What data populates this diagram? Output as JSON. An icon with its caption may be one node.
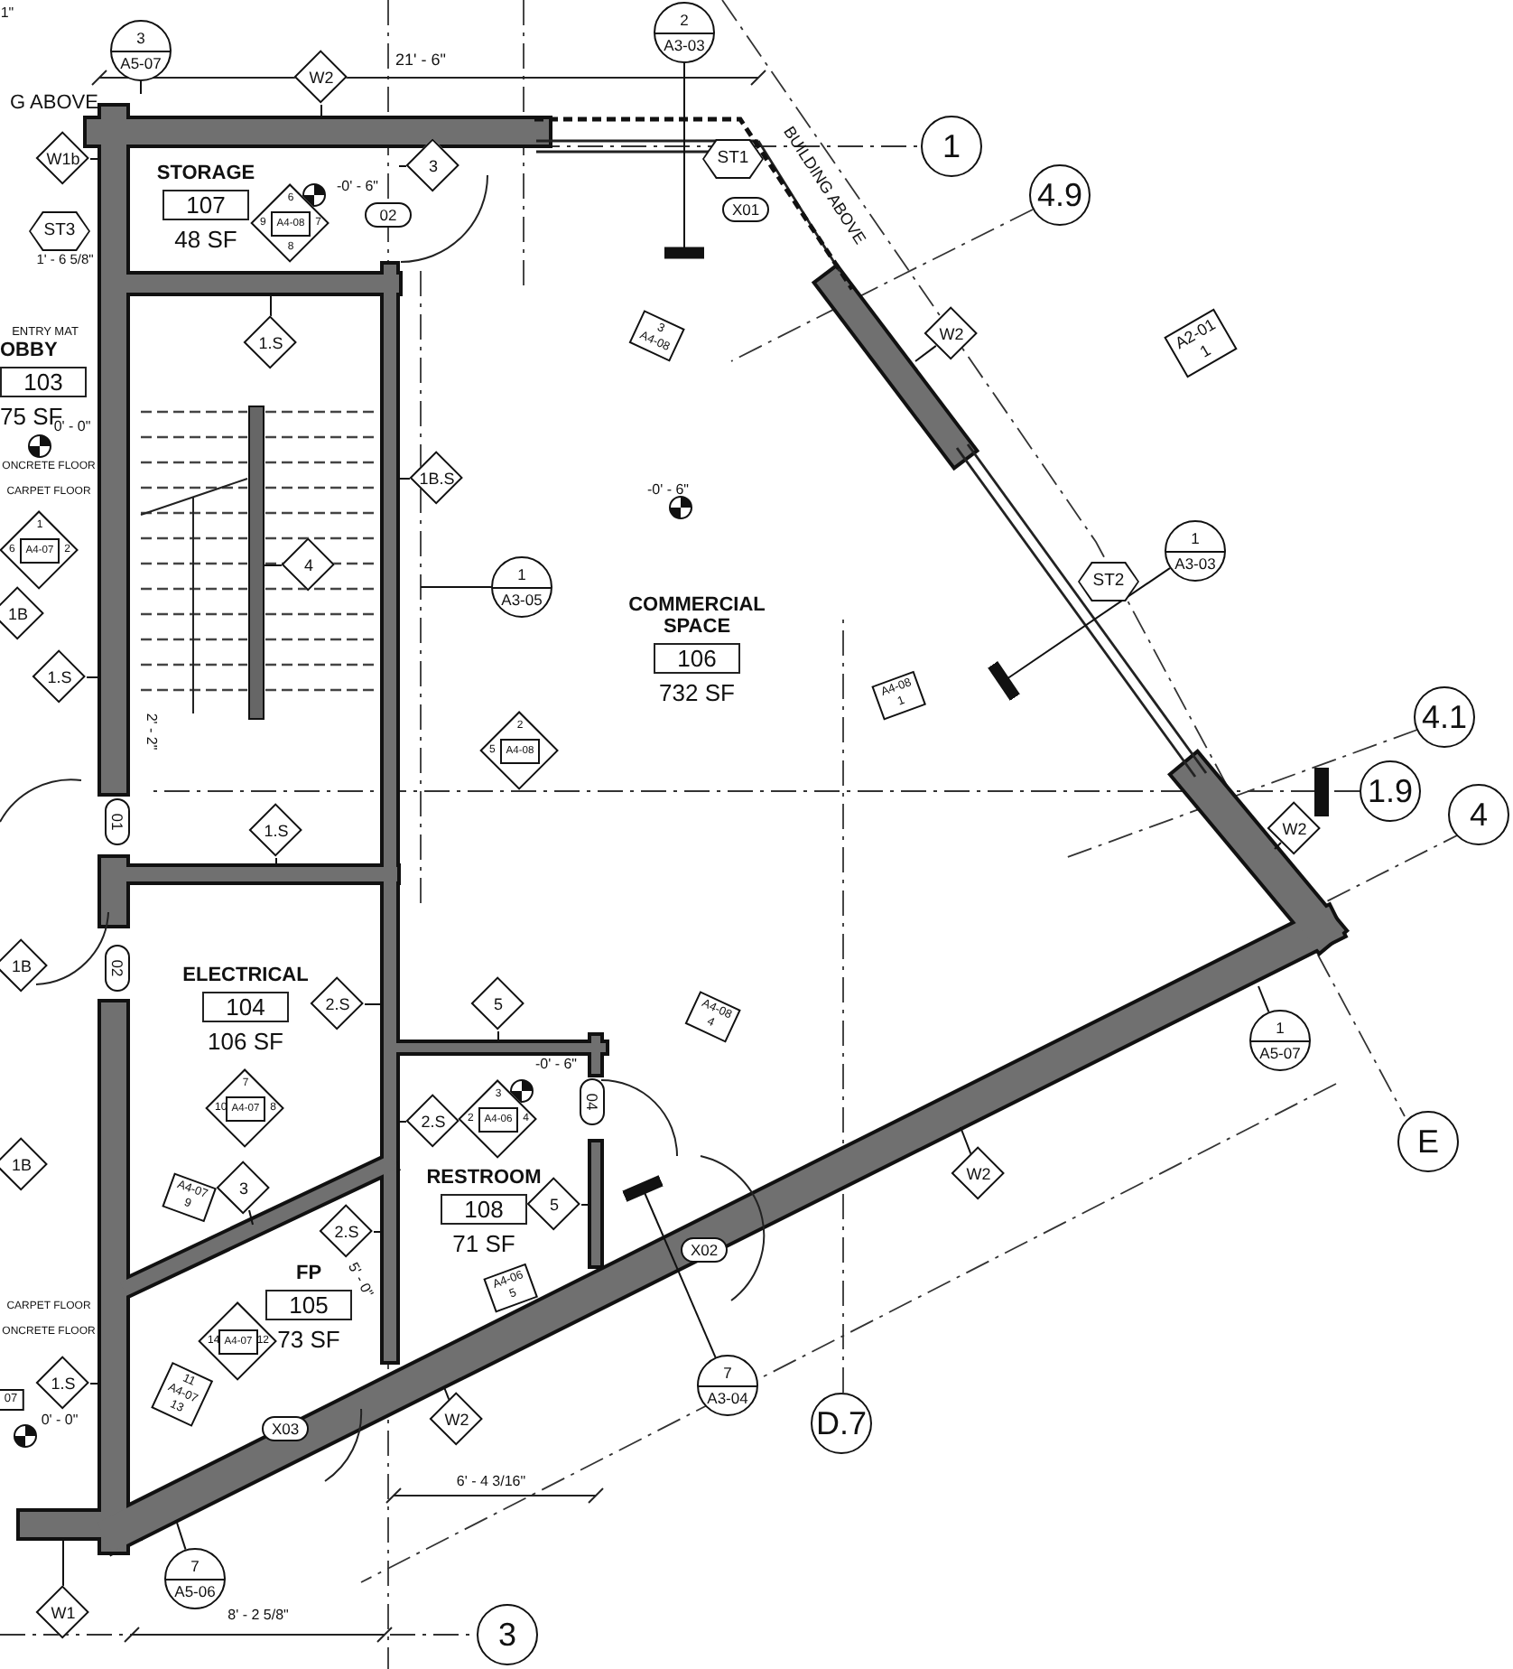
{
  "diagram": {
    "nodes": [
      {
        "text": [
          "STORAGE",
          "107",
          "48 SF"
        ]
      },
      {
        "text": [
          "OBBY",
          "103",
          "75 SF"
        ]
      },
      {
        "text": [
          "COMMERCIAL SPACE",
          "106",
          "732 SF"
        ]
      },
      {
        "text": [
          "ELECTRICAL",
          "104",
          "106 SF"
        ]
      },
      {
        "text": [
          "RESTROOM",
          "108",
          "71 SF"
        ]
      },
      {
        "text": [
          "FP",
          "105",
          "73 SF"
        ]
      },
      {
        "text": [
          "1"
        ]
      },
      {
        "text": [
          "4.9"
        ]
      },
      {
        "text": [
          "4.1"
        ]
      },
      {
        "text": [
          "1.9"
        ]
      },
      {
        "text": [
          "4"
        ]
      },
      {
        "text": [
          "E"
        ]
      },
      {
        "text": [
          "D.7"
        ]
      },
      {
        "text": [
          "3"
        ]
      },
      {
        "text": [
          "3",
          "A5-07"
        ]
      },
      {
        "text": [
          "2",
          "A3-03"
        ]
      },
      {
        "text": [
          "1",
          "A3-05"
        ]
      },
      {
        "text": [
          "1",
          "A3-03"
        ]
      },
      {
        "text": [
          "1",
          "A5-07"
        ]
      },
      {
        "text": [
          "7",
          "A3-04"
        ]
      },
      {
        "text": [
          "7",
          "A5-06"
        ]
      },
      {
        "text": [
          "W2"
        ]
      },
      {
        "text": [
          "W1b"
        ]
      },
      {
        "text": [
          "3"
        ]
      },
      {
        "text": [
          "1.S"
        ]
      },
      {
        "text": [
          "1B.S"
        ]
      },
      {
        "text": [
          "4"
        ]
      },
      {
        "text": [
          "1B"
        ]
      },
      {
        "text": [
          "1.S"
        ]
      },
      {
        "text": [
          "1.S"
        ]
      },
      {
        "text": [
          "1B"
        ]
      },
      {
        "text": [
          "2.S"
        ]
      },
      {
        "text": [
          "5"
        ]
      },
      {
        "text": [
          "1B"
        ]
      },
      {
        "text": [
          "3"
        ]
      },
      {
        "text": [
          "2.S"
        ]
      },
      {
        "text": [
          "2.S"
        ]
      },
      {
        "text": [
          "5"
        ]
      },
      {
        "text": [
          "1.S"
        ]
      },
      {
        "text": [
          "W2"
        ]
      },
      {
        "text": [
          "W1"
        ]
      },
      {
        "text": [
          "W2"
        ]
      },
      {
        "text": [
          "W2"
        ]
      },
      {
        "text": [
          "W2"
        ]
      },
      {
        "text": [
          "ST1"
        ]
      },
      {
        "text": [
          "ST3"
        ]
      },
      {
        "text": [
          "ST2"
        ]
      },
      {
        "text": [
          "02"
        ]
      },
      {
        "text": [
          "X01"
        ]
      },
      {
        "text": [
          "01"
        ]
      },
      {
        "text": [
          "02"
        ]
      },
      {
        "text": [
          "04"
        ]
      },
      {
        "text": [
          "X02"
        ]
      },
      {
        "text": [
          "X03"
        ]
      },
      {
        "text": [
          "6",
          "9",
          "A4-08",
          "7",
          "8"
        ]
      },
      {
        "text": [
          "1",
          "6",
          "A4-07",
          "2"
        ]
      },
      {
        "text": [
          "2",
          "5",
          "A4-08"
        ]
      },
      {
        "text": [
          "7",
          "10",
          "A4-07",
          "8"
        ]
      },
      {
        "text": [
          "3",
          "2",
          "A4-06",
          "4"
        ]
      },
      {
        "text": [
          "3",
          "A4-08"
        ]
      },
      {
        "text": [
          "A2-01",
          "1"
        ]
      },
      {
        "text": [
          "A4-08",
          "1"
        ]
      },
      {
        "text": [
          "A4-08",
          "4"
        ]
      },
      {
        "text": [
          "A4-07",
          "9"
        ]
      },
      {
        "text": [
          "A4-06",
          "5"
        ]
      },
      {
        "text": [
          "11",
          "A4-07",
          "13"
        ]
      },
      {
        "text": [
          "14",
          "A4-07",
          "12"
        ]
      },
      {
        "text": [
          "07"
        ]
      }
    ],
    "edges": [
      {
        "from": 14,
        "to": null,
        "arrow": "none"
      },
      {
        "from": 15,
        "to": null,
        "arrow": "other"
      },
      {
        "from": 16,
        "to": null,
        "arrow": "none"
      },
      {
        "from": 17,
        "to": null,
        "arrow": "other"
      },
      {
        "from": 18,
        "to": null,
        "arrow": "none"
      },
      {
        "from": 19,
        "to": null,
        "arrow": "other"
      },
      {
        "from": 20,
        "to": null,
        "arrow": "none"
      },
      {
        "from": 21,
        "to": null,
        "arrow": "none"
      },
      {
        "from": 22,
        "to": null,
        "arrow": "none"
      },
      {
        "from": 23,
        "to": null,
        "arrow": "none"
      },
      {
        "from": 24,
        "to": null,
        "arrow": "none"
      },
      {
        "from": 25,
        "to": null,
        "arrow": "none"
      },
      {
        "from": 26,
        "to": null,
        "arrow": "none"
      },
      {
        "from": 28,
        "to": null,
        "arrow": "none"
      },
      {
        "from": 29,
        "to": null,
        "arrow": "none"
      },
      {
        "from": 31,
        "to": null,
        "arrow": "none"
      },
      {
        "from": 32,
        "to": null,
        "arrow": "none"
      },
      {
        "from": 34,
        "to": null,
        "arrow": "none"
      },
      {
        "from": 35,
        "to": null,
        "arrow": "none"
      },
      {
        "from": 36,
        "to": null,
        "arrow": "none"
      },
      {
        "from": 37,
        "to": null,
        "arrow": "none"
      },
      {
        "from": 38,
        "to": null,
        "arrow": "none"
      },
      {
        "from": 39,
        "to": null,
        "arrow": "none"
      },
      {
        "from": 40,
        "to": null,
        "arrow": "none"
      },
      {
        "from": 41,
        "to": null,
        "arrow": "none"
      },
      {
        "from": 42,
        "to": null,
        "arrow": "none"
      },
      {
        "from": 43,
        "to": null,
        "arrow": "none"
      }
    ],
    "labels": [
      "1\"",
      "21' - 6\"",
      "G ABOVE",
      "BUILDING ABOVE",
      "-0' - 6\"",
      "1' - 6 5/8\"",
      "ENTRY MAT",
      "0' - 0\"",
      "ONCRETE FLOOR",
      "CARPET FLOOR",
      "-0' - 6\"",
      "2' - 2\"",
      "-0' - 6\"",
      "5' - 0\"",
      "CARPET FLOOR",
      "ONCRETE FLOOR",
      "0' - 0\"",
      "6' - 4 3/16\"",
      "8' - 2 5/8\""
    ]
  }
}
